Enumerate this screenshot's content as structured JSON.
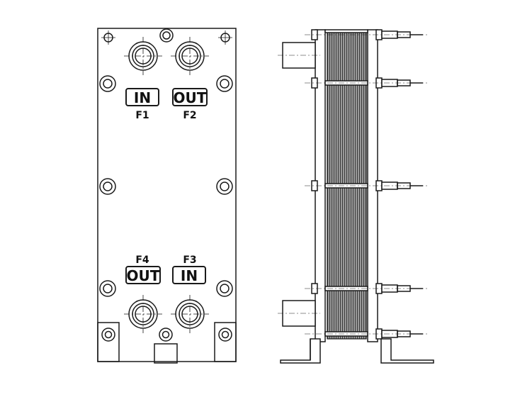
{
  "front_view": {
    "ports": {
      "f1": {
        "designation": "F1",
        "flow_label": "IN"
      },
      "f2": {
        "designation": "F2",
        "flow_label": "OUT"
      },
      "f3": {
        "designation": "F3",
        "flow_label": "IN"
      },
      "f4": {
        "designation": "F4",
        "flow_label": "OUT"
      }
    }
  },
  "colors": {
    "line": "#1a1a1a",
    "plates": "#6e6e6e",
    "background": "#ffffff"
  }
}
